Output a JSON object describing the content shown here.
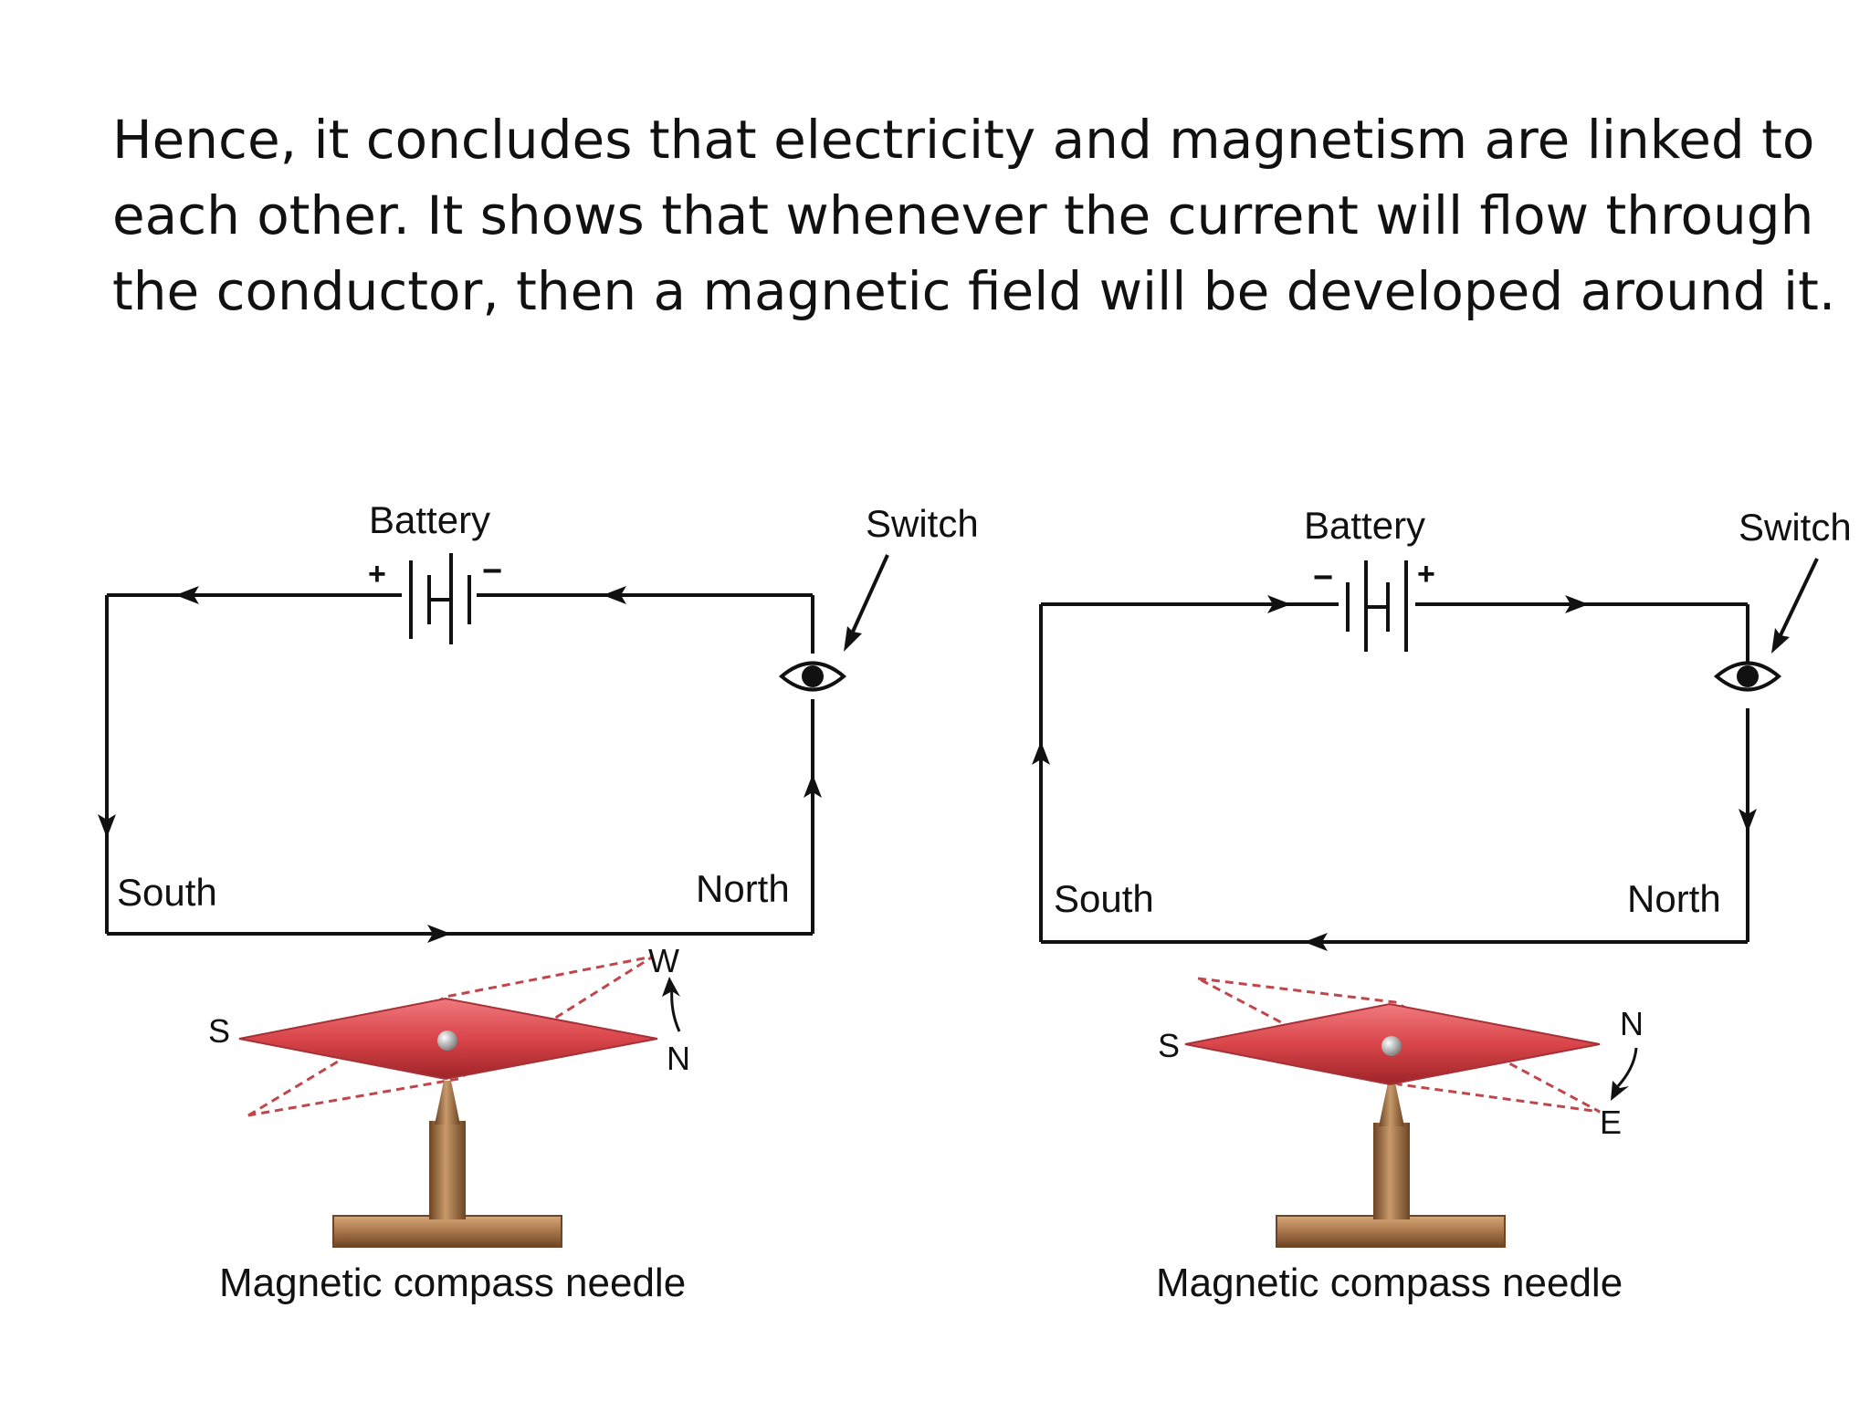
{
  "headline": {
    "lines": [
      "Hence, it concludes that electricity and magnetism are linked to",
      "each other. It shows that whenever the current will flow through",
      "the conductor, then a magnetic field will be developed around it."
    ]
  },
  "diagrams": [
    {
      "battery_label": "Battery",
      "switch_label": "Switch",
      "south_label": "South",
      "north_label": "North",
      "battery_left_terminal": "+",
      "battery_right_terminal": "−",
      "needle_end_label": "S",
      "deflect_from_label": "N",
      "deflect_to_label": "W",
      "caption": "Magnetic compass needle"
    },
    {
      "battery_label": "Battery",
      "switch_label": "Switch",
      "south_label": "South",
      "north_label": "North",
      "battery_left_terminal": "−",
      "battery_right_terminal": "+",
      "needle_end_label": "S",
      "deflect_from_label": "N",
      "deflect_to_label": "E",
      "caption": "Magnetic compass needle"
    }
  ],
  "colors": {
    "needle": "#d9454a",
    "stand": "#9a6a3f",
    "wire": "#111111"
  }
}
